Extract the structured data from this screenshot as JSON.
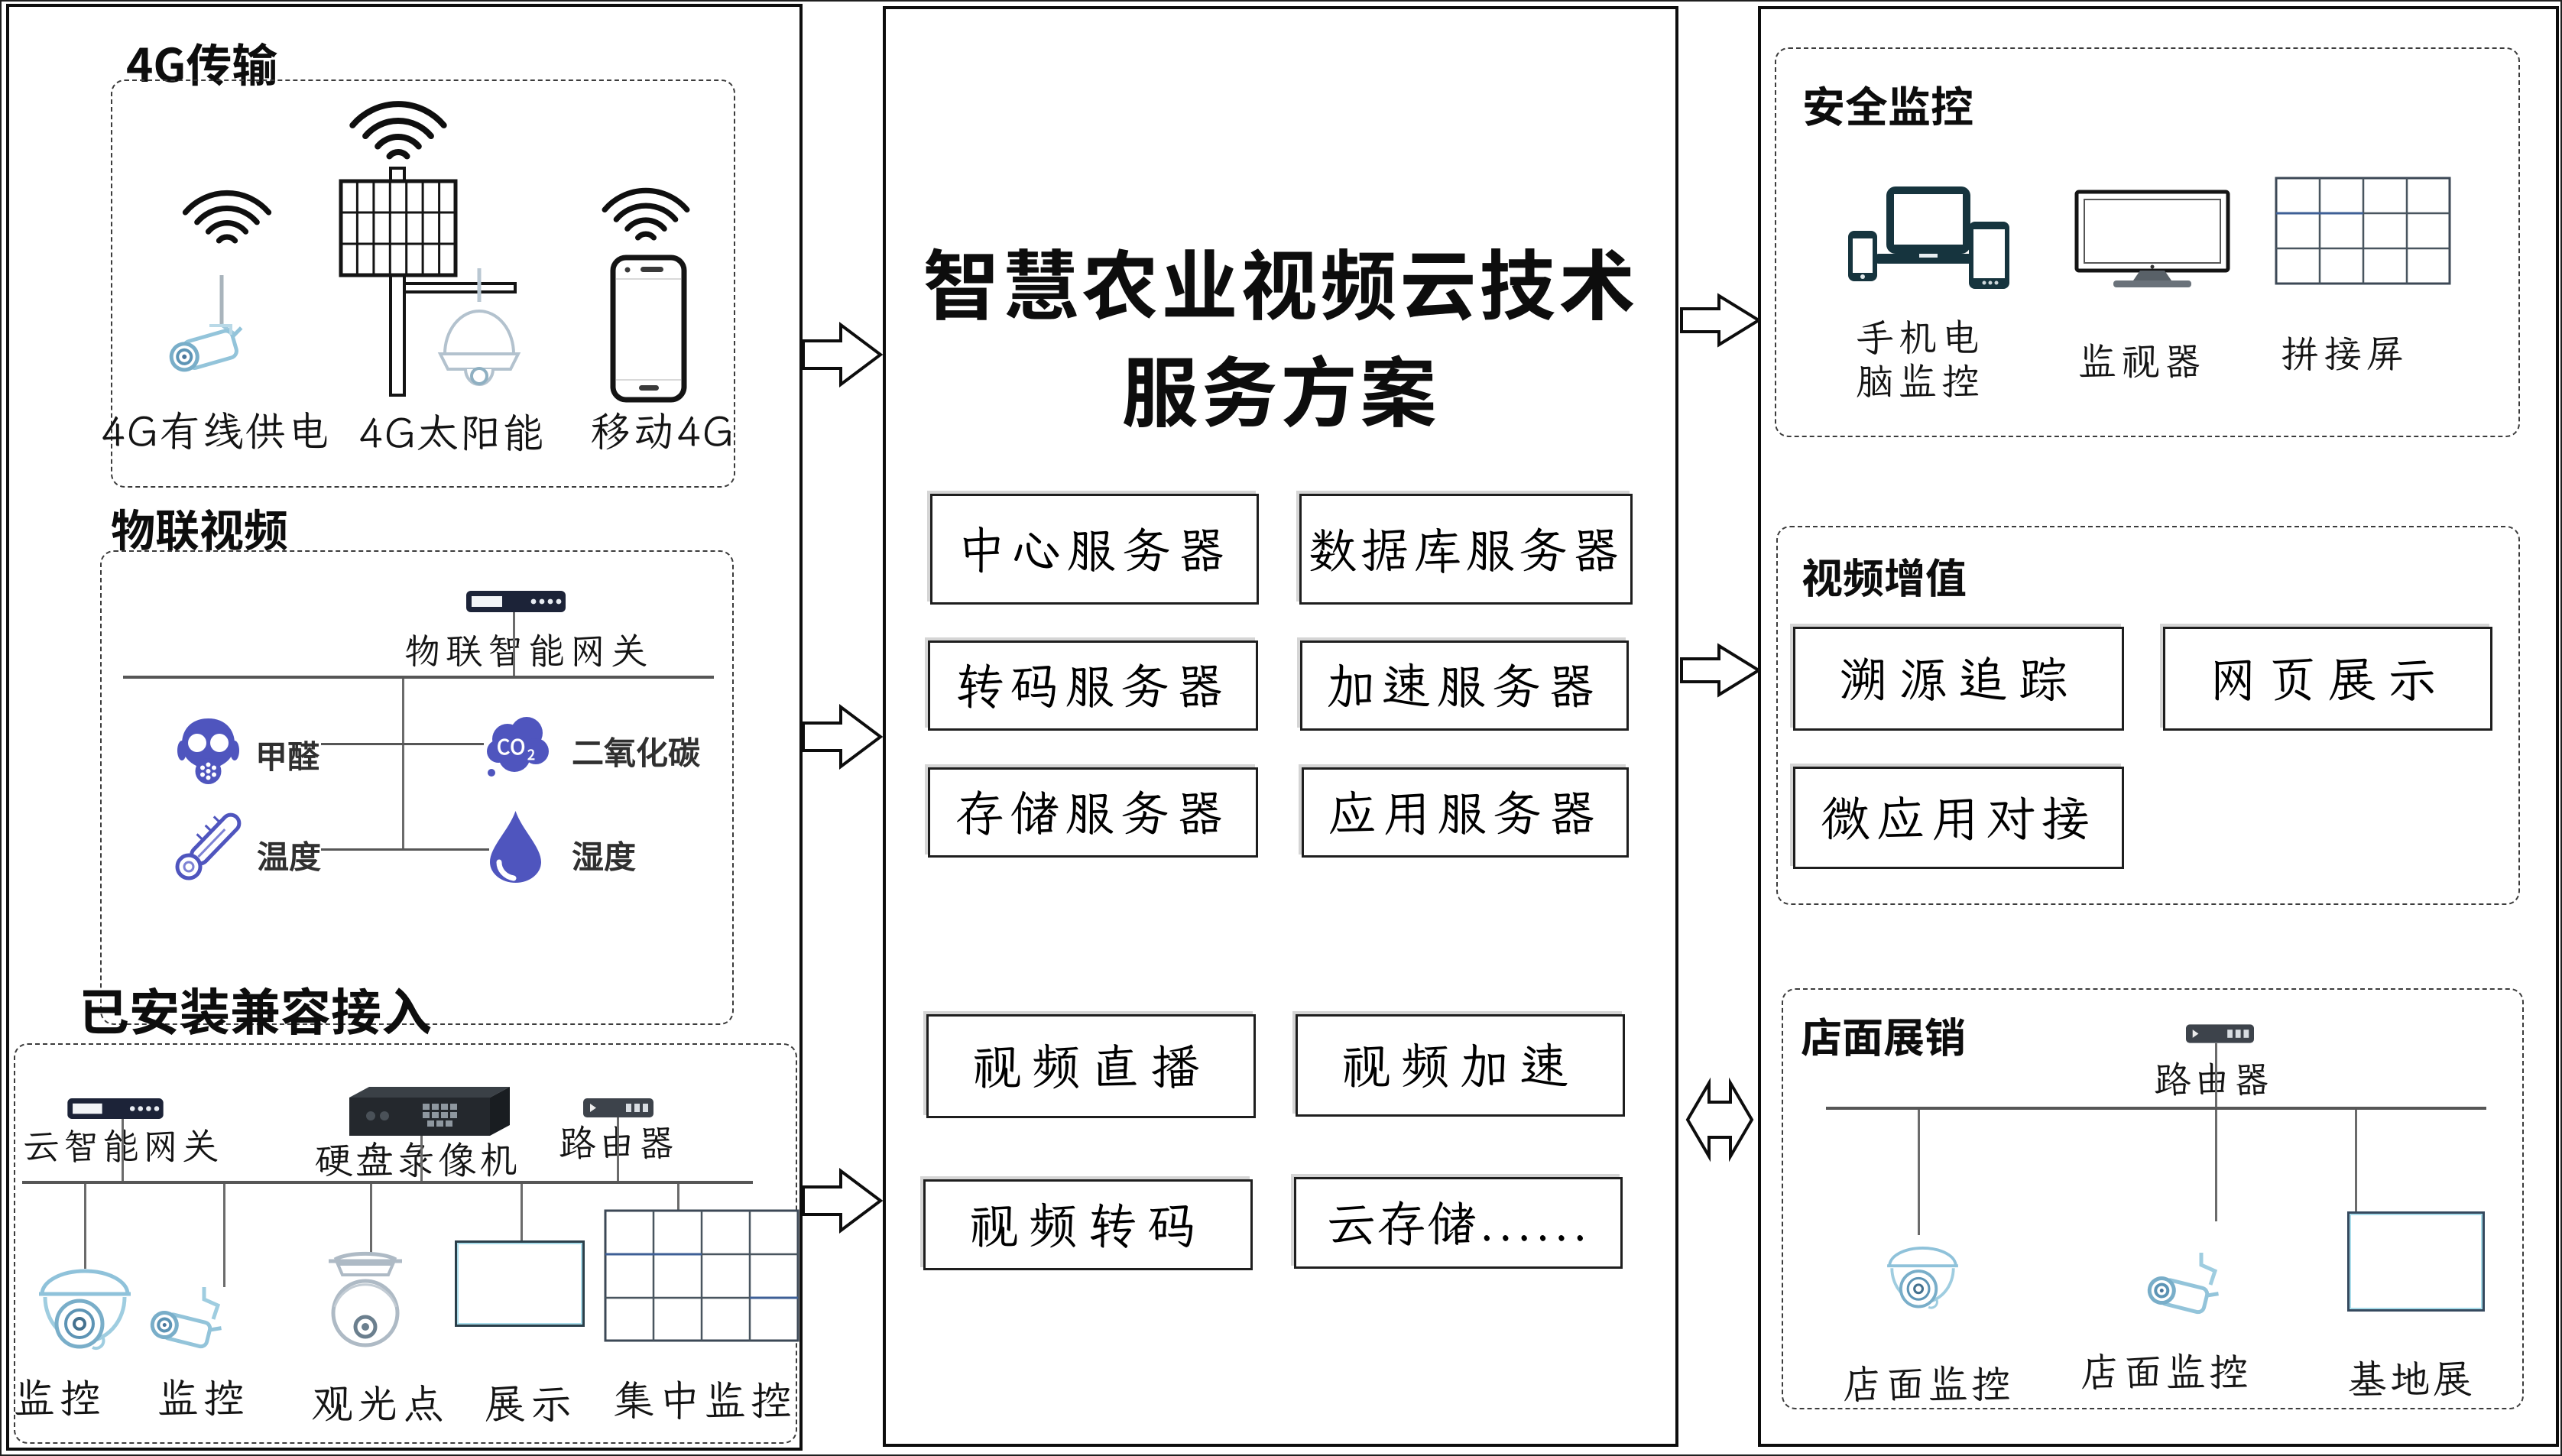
{
  "title": "智慧农业视频云技术服务方案",
  "colors": {
    "background": "#ffffff",
    "box_border": "#0d0d0d",
    "line_gray": "#565656",
    "sensor_indigo": "#4f55be",
    "camera_cyan": "#8fc2da",
    "device_dark": "#1c2338",
    "device_teal": "#16343e"
  },
  "left_panel": {
    "transmission": {
      "title": "4G传输",
      "items": [
        {
          "label": "4G有线供电",
          "icon": "wireless-bullet-camera"
        },
        {
          "label": "4G太阳能",
          "icon": "solar-panel-camera"
        },
        {
          "label": "移动4G",
          "icon": "smartphone"
        }
      ]
    },
    "iot_video": {
      "title": "物联视频",
      "gateway_label": "物联智能网关",
      "sensors": [
        {
          "label": "甲醛",
          "icon": "gas-mask"
        },
        {
          "label": "二氧化碳",
          "icon": "co2-cloud",
          "icon_text_main": "CO",
          "icon_text_sub": "2"
        },
        {
          "label": "温度",
          "icon": "thermometer"
        },
        {
          "label": "湿度",
          "icon": "water-drop"
        }
      ]
    },
    "installed": {
      "title": "已安装兼容接入",
      "devices": [
        {
          "label": "云智能网关",
          "icon": "cloud-gateway"
        },
        {
          "label": "硬盘录像机",
          "icon": "dvr"
        },
        {
          "label": "路由器",
          "icon": "router"
        }
      ],
      "endpoints": [
        {
          "label": "监控",
          "icon": "dome-camera"
        },
        {
          "label": "监控",
          "icon": "bullet-camera"
        },
        {
          "label": "观光点",
          "icon": "ptz-camera"
        },
        {
          "label": "展示",
          "icon": "display-screen"
        },
        {
          "label": "集中监控",
          "icon": "video-wall"
        }
      ]
    }
  },
  "center_panel": {
    "title_line1": "智慧农业视频云技术",
    "title_line2": "服务方案",
    "server_boxes": [
      "中心服务器",
      "数据库服务器",
      "转码服务器",
      "加速服务器",
      "存储服务器",
      "应用服务器"
    ],
    "service_boxes": [
      "视频直播",
      "视频加速",
      "视频转码",
      "云存储......"
    ]
  },
  "right_panel": {
    "security": {
      "title": "安全监控",
      "items": [
        {
          "label_line1": "手机电",
          "label_line2": "脑监控",
          "icon": "phone-computer-devices"
        },
        {
          "label": "监视器",
          "icon": "monitor"
        },
        {
          "label": "拼接屏",
          "icon": "video-wall"
        }
      ]
    },
    "value_added": {
      "title": "视频增值",
      "boxes": [
        "溯源追踪",
        "网页展示",
        "微应用对接"
      ]
    },
    "store": {
      "title": "店面展销",
      "router_label": "路由器",
      "items": [
        {
          "label": "店面监控",
          "icon": "dome-camera"
        },
        {
          "label": "店面监控",
          "icon": "bullet-camera"
        },
        {
          "label": "基地展",
          "icon": "display-screen"
        }
      ]
    }
  }
}
